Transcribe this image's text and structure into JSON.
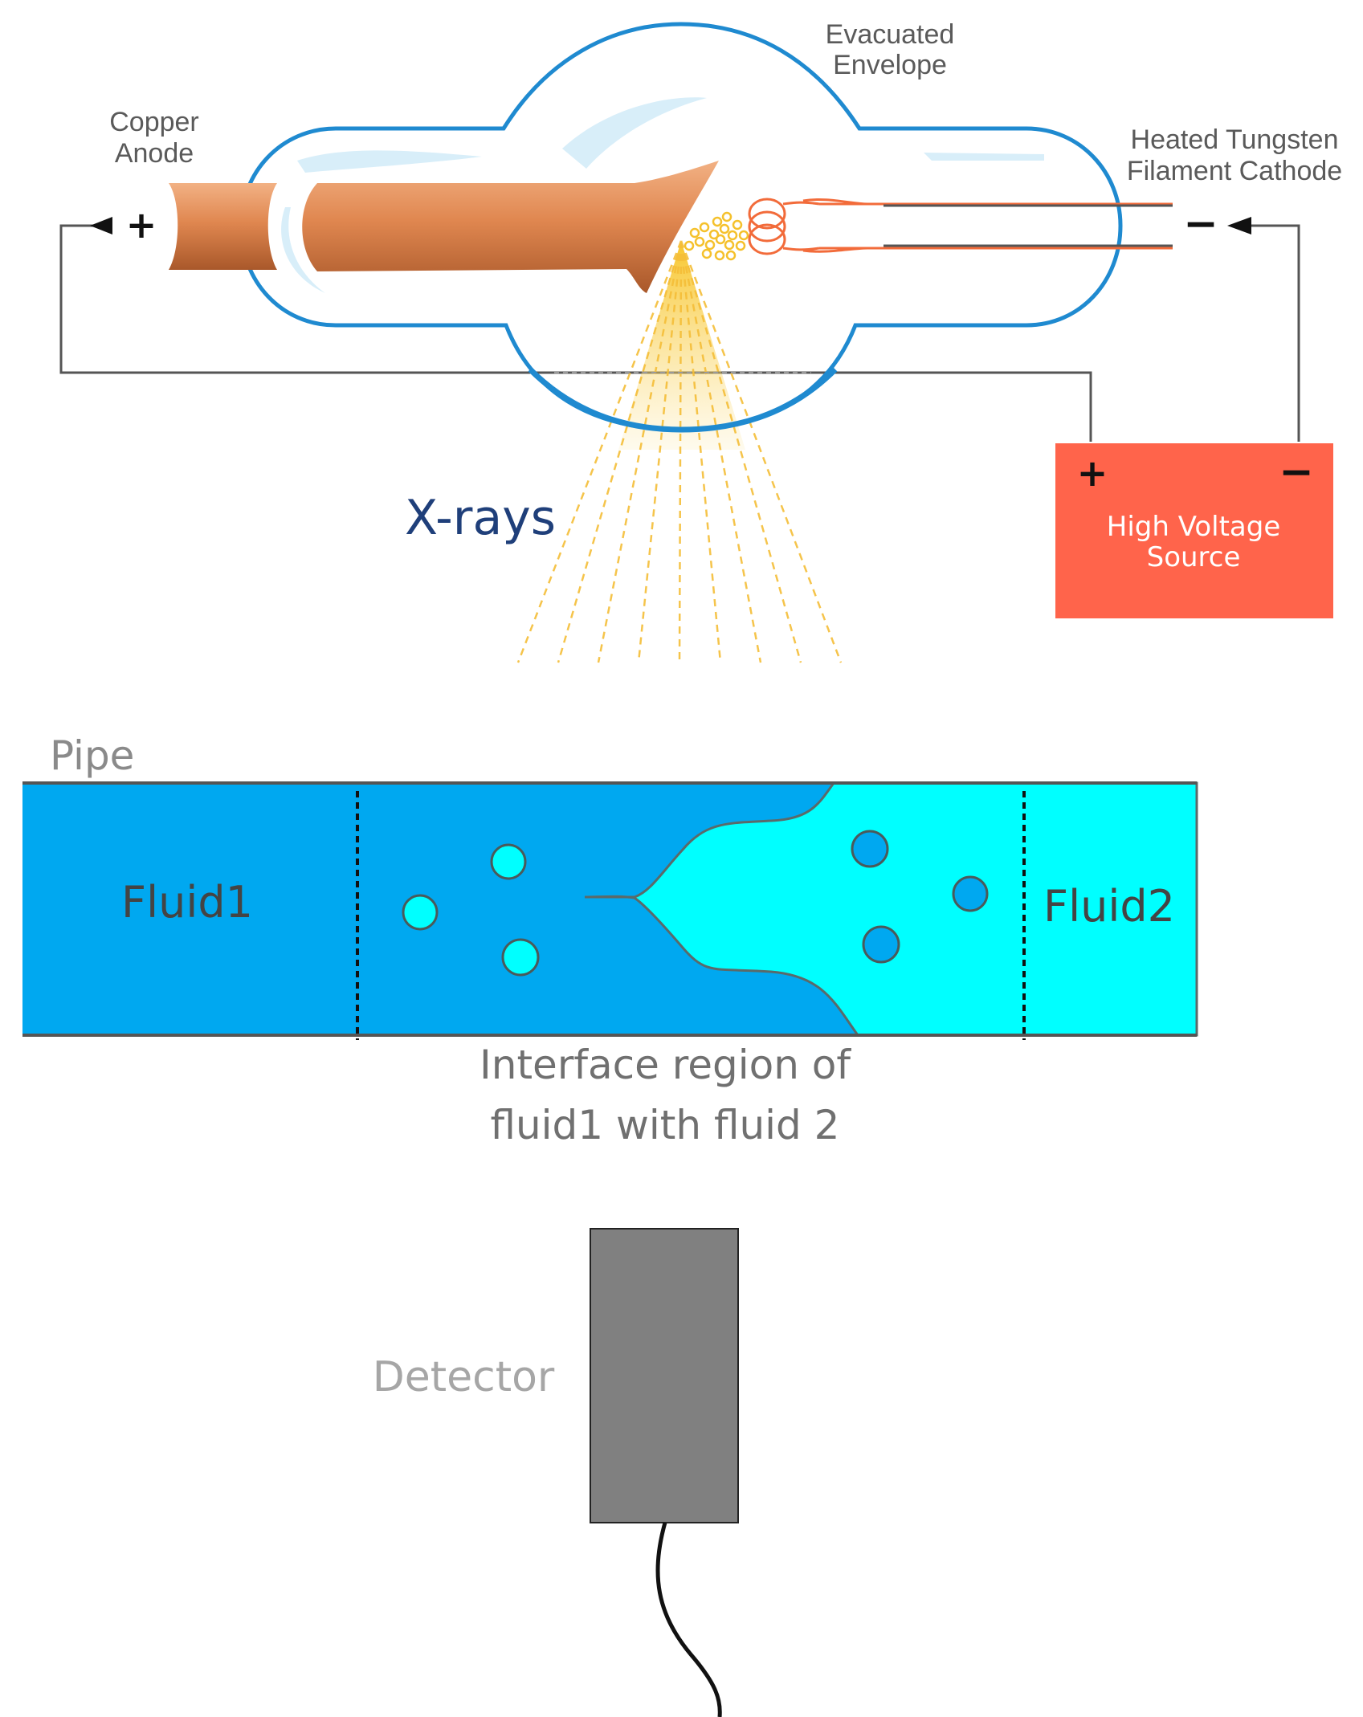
{
  "tube": {
    "copper_anode_l1": "Copper",
    "copper_anode_l2": "Anode",
    "evacuated_l1": "Evacuated",
    "evacuated_l2": "Envelope",
    "cathode_l1": "Heated Tungsten",
    "cathode_l2": "Filament Cathode",
    "anode_sign": "+",
    "cathode_sign": "−",
    "xrays": "X-rays"
  },
  "source": {
    "plus": "+",
    "minus": "−",
    "label_l1": "High Voltage",
    "label_l2": "Source"
  },
  "pipe": {
    "title": "Pipe",
    "fluid1": "Fluid1",
    "fluid2": "Fluid2",
    "interface_l1": "Interface region of",
    "interface_l2": "fluid1 with fluid 2"
  },
  "detector": {
    "label": "Detector"
  },
  "colors": {
    "envelope": "#1f8ad0",
    "anode": "#d9804a",
    "filament": "#f26b3a",
    "beam": "#f7c742",
    "xrays_text": "#1f3f7a",
    "source_box": "#ff644b",
    "fluid1": "#00a8f0",
    "fluid2": "#00ffff",
    "detector": "#808080"
  }
}
